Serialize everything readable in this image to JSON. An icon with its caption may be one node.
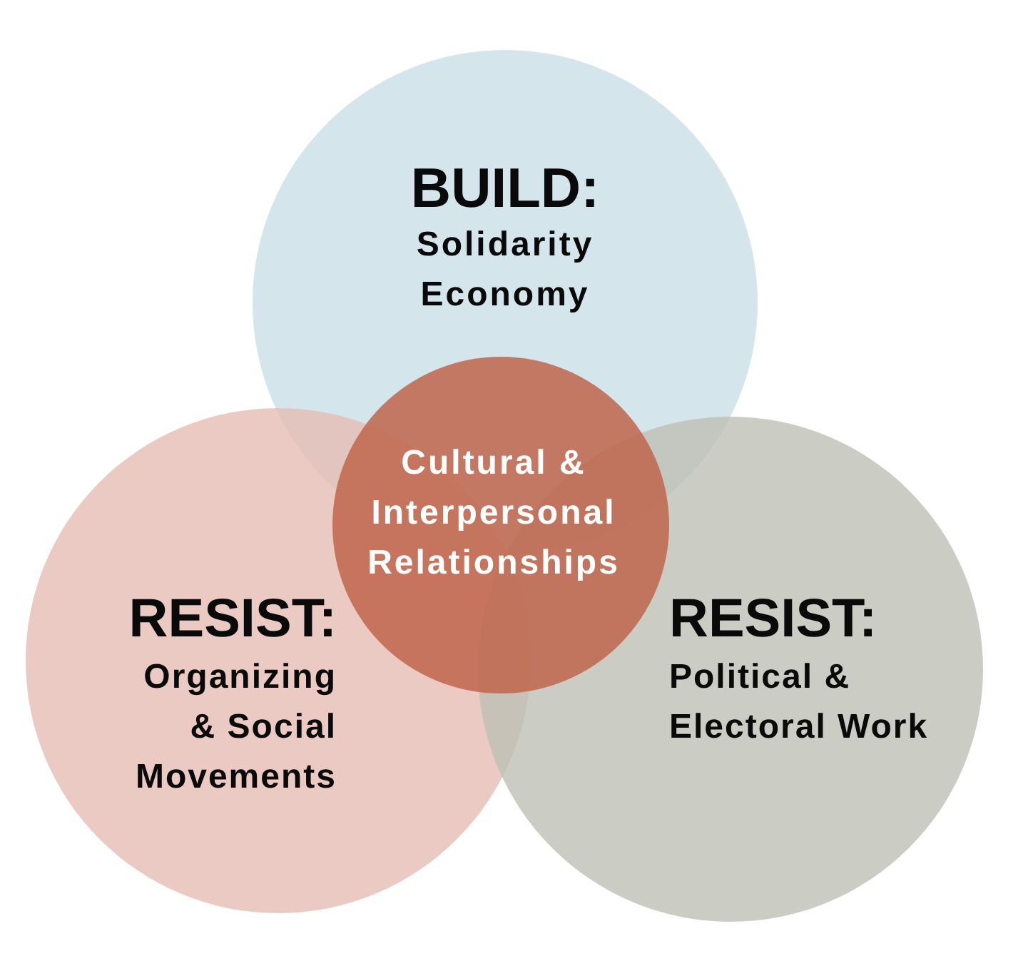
{
  "diagram": {
    "nodes": [
      {
        "text": [
          "BUILD:",
          "Solidarity Economy"
        ]
      },
      {
        "text": [
          "RESIST:",
          "Organizing & Social Movements"
        ]
      },
      {
        "text": [
          "RESIST:",
          "Political & Electoral Work"
        ]
      },
      {
        "text": [
          "Cultural & Interpersonal Relationships"
        ]
      }
    ]
  }
}
